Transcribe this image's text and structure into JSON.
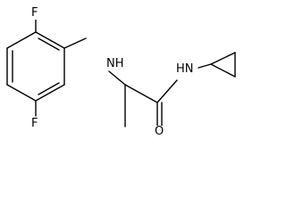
{
  "molecule": {
    "atoms": {
      "f_top": "F",
      "nh_left": "NH",
      "nh_right": "HN",
      "f_bottom": "F",
      "o": "O"
    }
  },
  "colors": {
    "bond": "#000000",
    "text": "#000000",
    "background": "#ffffff"
  }
}
